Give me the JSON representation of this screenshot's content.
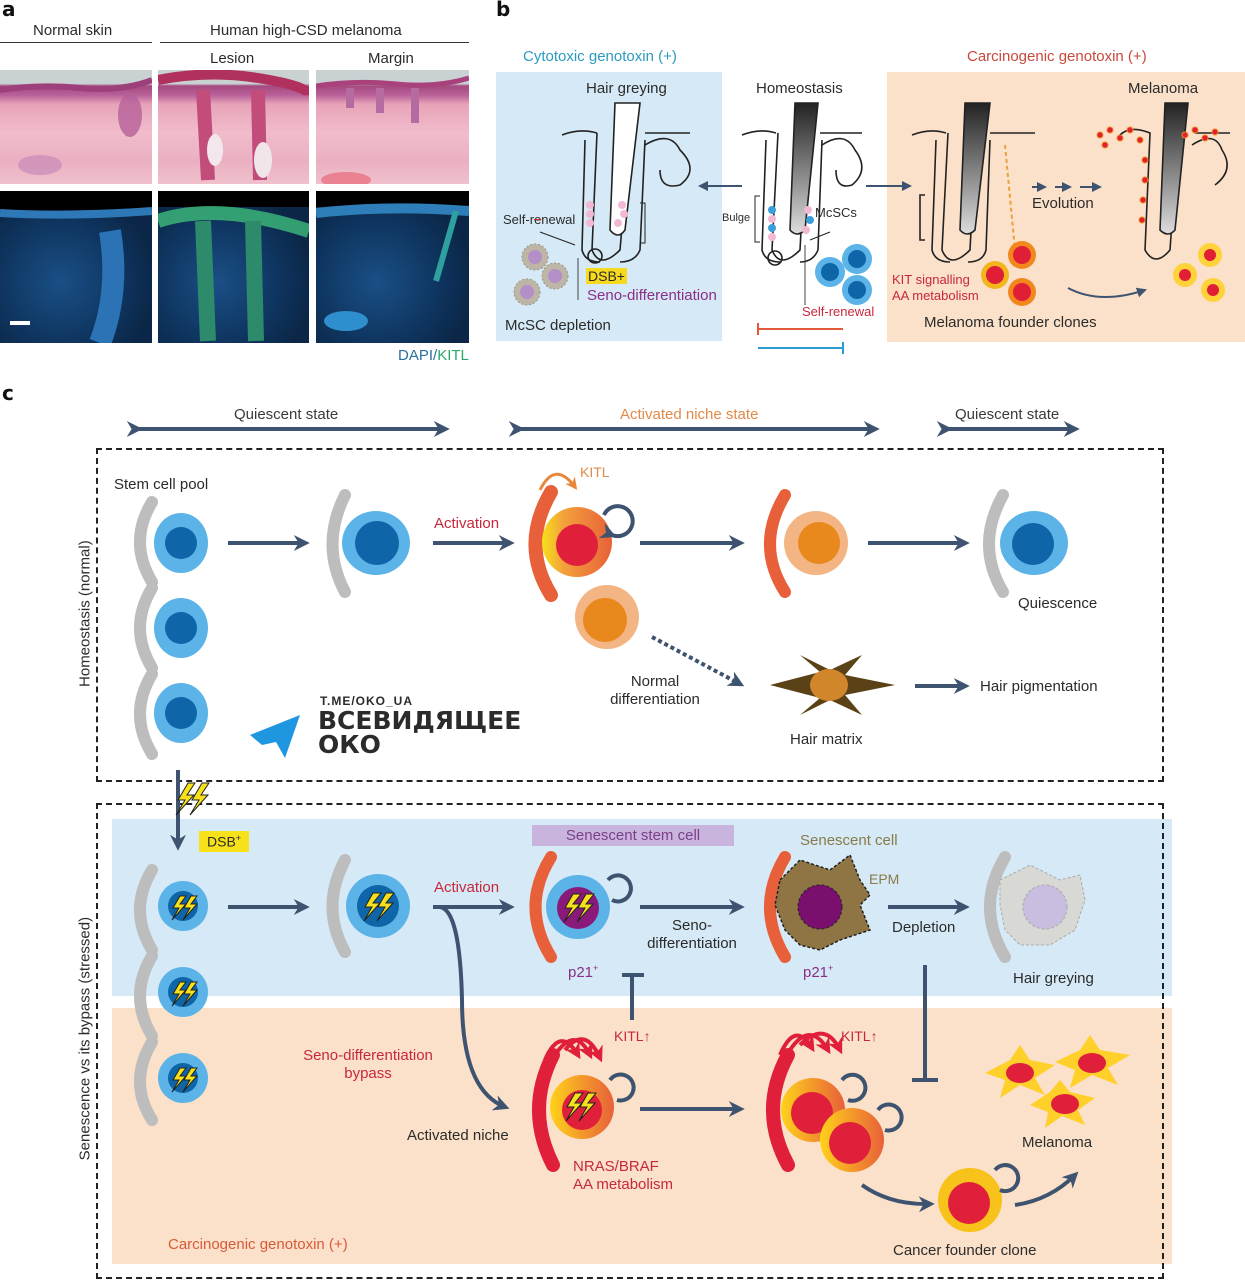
{
  "panel_a": {
    "letter": "a",
    "header_normal": "Normal skin",
    "header_melanoma": "Human high-CSD melanoma",
    "sub_lesion": "Lesion",
    "sub_margin": "Margin",
    "stain_dapi": "DAPI",
    "stain_sep": "/",
    "stain_kitl": "KITL"
  },
  "panel_b": {
    "letter": "b",
    "left_condition": "Cytotoxic genotoxin (+)",
    "right_condition": "Carcinogenic genotoxin (+)",
    "hair_greying": "Hair greying",
    "homeostasis": "Homeostasis",
    "melanoma": "Melanoma",
    "self_renewal_blocked_pre": "Self-r",
    "self_renewal_blocked_x": "e",
    "self_renewal_blocked_post": "newal",
    "dsb": "DSB+",
    "seno_diff": "Seno-differentiation",
    "mcsc_depletion": "McSC depletion",
    "bulge": "Bulge",
    "mcscs": "McSCs",
    "self_renewal": "Self-renewal",
    "evolution": "Evolution",
    "kit_signalling": "KIT signalling",
    "aa_metabolism": "AA metabolism",
    "founder_clones": "Melanoma founder clones"
  },
  "panel_c": {
    "letter": "c",
    "states": [
      {
        "label": "Quiescent state",
        "color": "#3a3a3a"
      },
      {
        "label": "Activated niche state",
        "color": "#e08a4a"
      },
      {
        "label": "Quiescent state",
        "color": "#3a3a3a"
      }
    ],
    "row1_label": "Homeostasis (normal)",
    "row2_label": "Senescence vs its bypass (stressed)",
    "stem_cell_pool": "Stem cell pool",
    "activation": "Activation",
    "kitl": "KITL",
    "quiescence": "Quiescence",
    "normal_diff_1": "Normal",
    "normal_diff_2": "differentiation",
    "hair_matrix": "Hair matrix",
    "hair_pigmentation": "Hair pigmentation",
    "dsb": "DSB",
    "dsb_sup": "+",
    "activation2": "Activation",
    "senescent_stem_cell": "Senescent stem cell",
    "p21": "p21",
    "p21_sup": "+",
    "seno_diff_1": "Seno-",
    "seno_diff_2": "differentiation",
    "senescent_cell": "Senescent cell",
    "epm": "EPM",
    "depletion": "Depletion",
    "hair_greying": "Hair greying",
    "kitl_up": "KITL↑",
    "bypass_1": "Seno-differentiation",
    "bypass_2": "bypass",
    "activated_niche": "Activated niche",
    "nras_braf": "NRAS/BRAF",
    "aa_metabolism": "AA metabolism",
    "melanoma": "Melanoma",
    "cancer_founder": "Cancer founder clone",
    "carcinogenic": "Carcinogenic genotoxin (+)"
  },
  "watermark": {
    "url": "T.ME/OKO_UA",
    "line1": "ВСЕВИДЯЩЕЕ",
    "line2": "ОКО"
  },
  "colors": {
    "arrow": "#3d5370",
    "blue_bg": "#d5e9f6",
    "peach_bg": "#fbe1c9",
    "red_text": "#c8283c",
    "purple_text": "#8a2f86",
    "teal_text": "#2a9bc0",
    "orange_text": "#e08a4a"
  }
}
